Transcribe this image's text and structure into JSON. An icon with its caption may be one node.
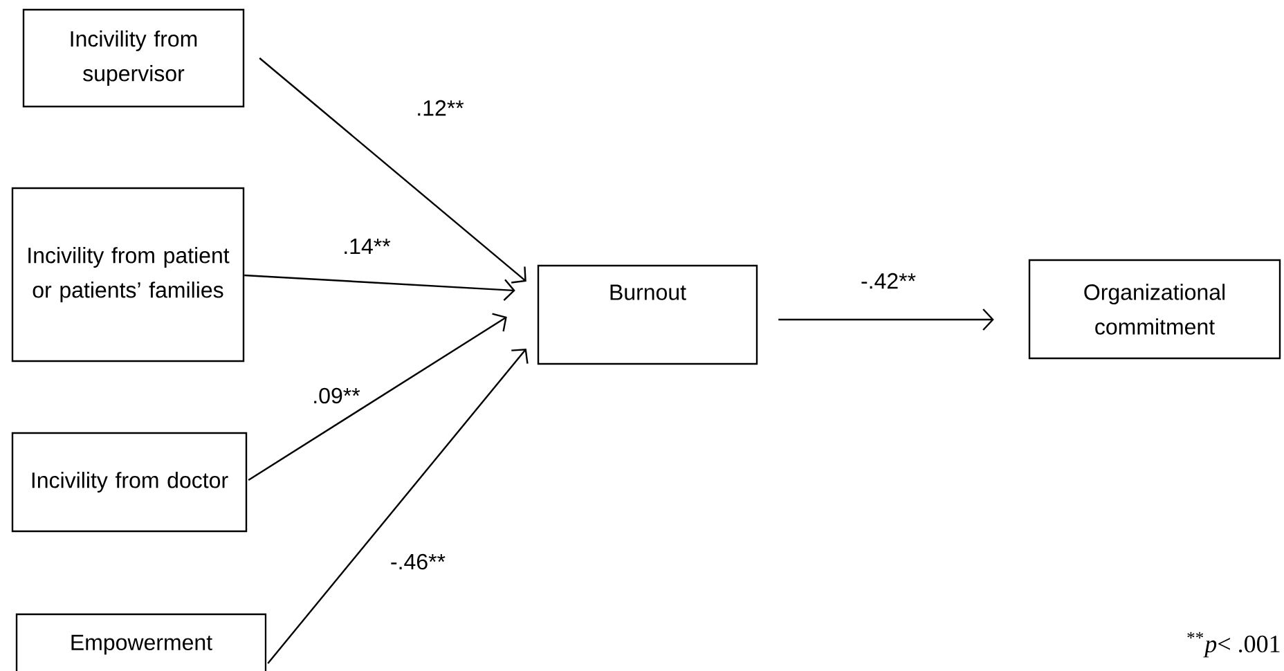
{
  "diagram": {
    "nodes": [
      {
        "text": [
          "Incivility from supervisor"
        ]
      },
      {
        "text": [
          "Incivility from patient or patients’ families"
        ]
      },
      {
        "text": [
          "Incivility from doctor"
        ]
      },
      {
        "text": [
          "Empowerment"
        ]
      },
      {
        "text": [
          "Burnout"
        ]
      },
      {
        "text": [
          "Organizational commitment"
        ]
      }
    ],
    "edges": [
      {
        "from": 0,
        "to": 4,
        "arrow": "to",
        "label": ".12**"
      },
      {
        "from": 1,
        "to": 4,
        "arrow": "to",
        "label": ".14**"
      },
      {
        "from": 2,
        "to": 4,
        "arrow": "to",
        "label": ".09**"
      },
      {
        "from": 3,
        "to": 4,
        "arrow": "to",
        "label": "-.46**"
      },
      {
        "from": 4,
        "to": 5,
        "arrow": "to",
        "label": "-.42**"
      }
    ],
    "labels": [
      "$^{**}$*p*< .001"
    ]
  }
}
